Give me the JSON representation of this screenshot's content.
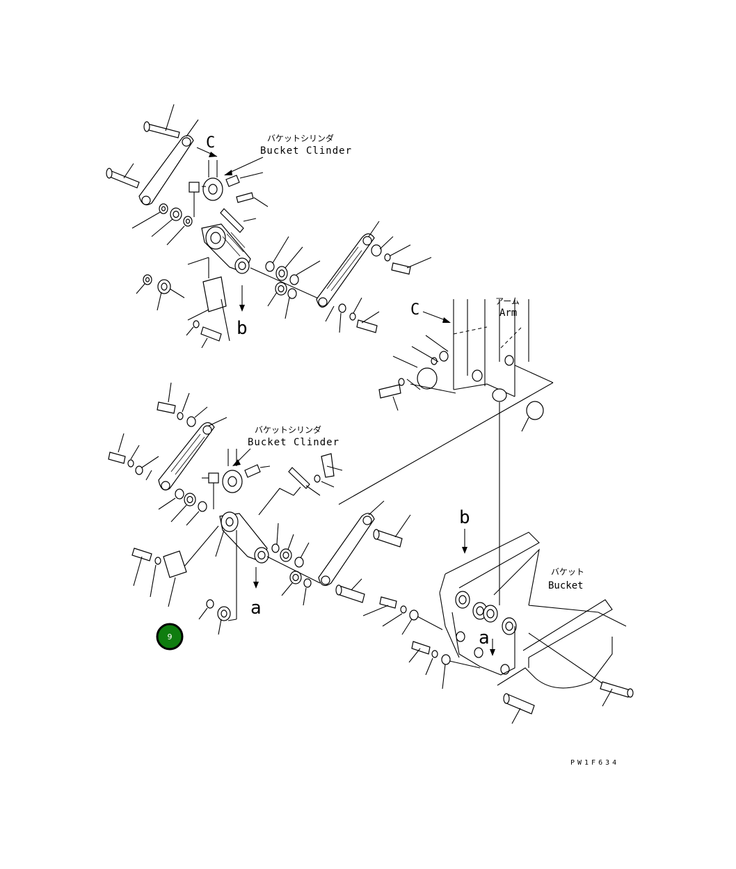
{
  "labels": {
    "bucket_cylinder_upper_jp": "バケットシリンダ",
    "bucket_cylinder_upper_en": "Bucket Clinder",
    "bucket_cylinder_lower_jp": "バケットシリンダ",
    "bucket_cylinder_lower_en": "Bucket Clinder",
    "arm_jp": "アーム",
    "arm_en": "Arm",
    "bucket_jp": "バケット",
    "bucket_en": "Bucket",
    "view_c_upper": "C",
    "view_c_arm": "C",
    "ref_b_upper": "b",
    "ref_b_bucket": "b",
    "ref_a_lower": "a",
    "ref_a_bucket": "a",
    "drawing_number": "PW1F634"
  },
  "callout": {
    "number": "9",
    "color": "#0f7d0f"
  }
}
